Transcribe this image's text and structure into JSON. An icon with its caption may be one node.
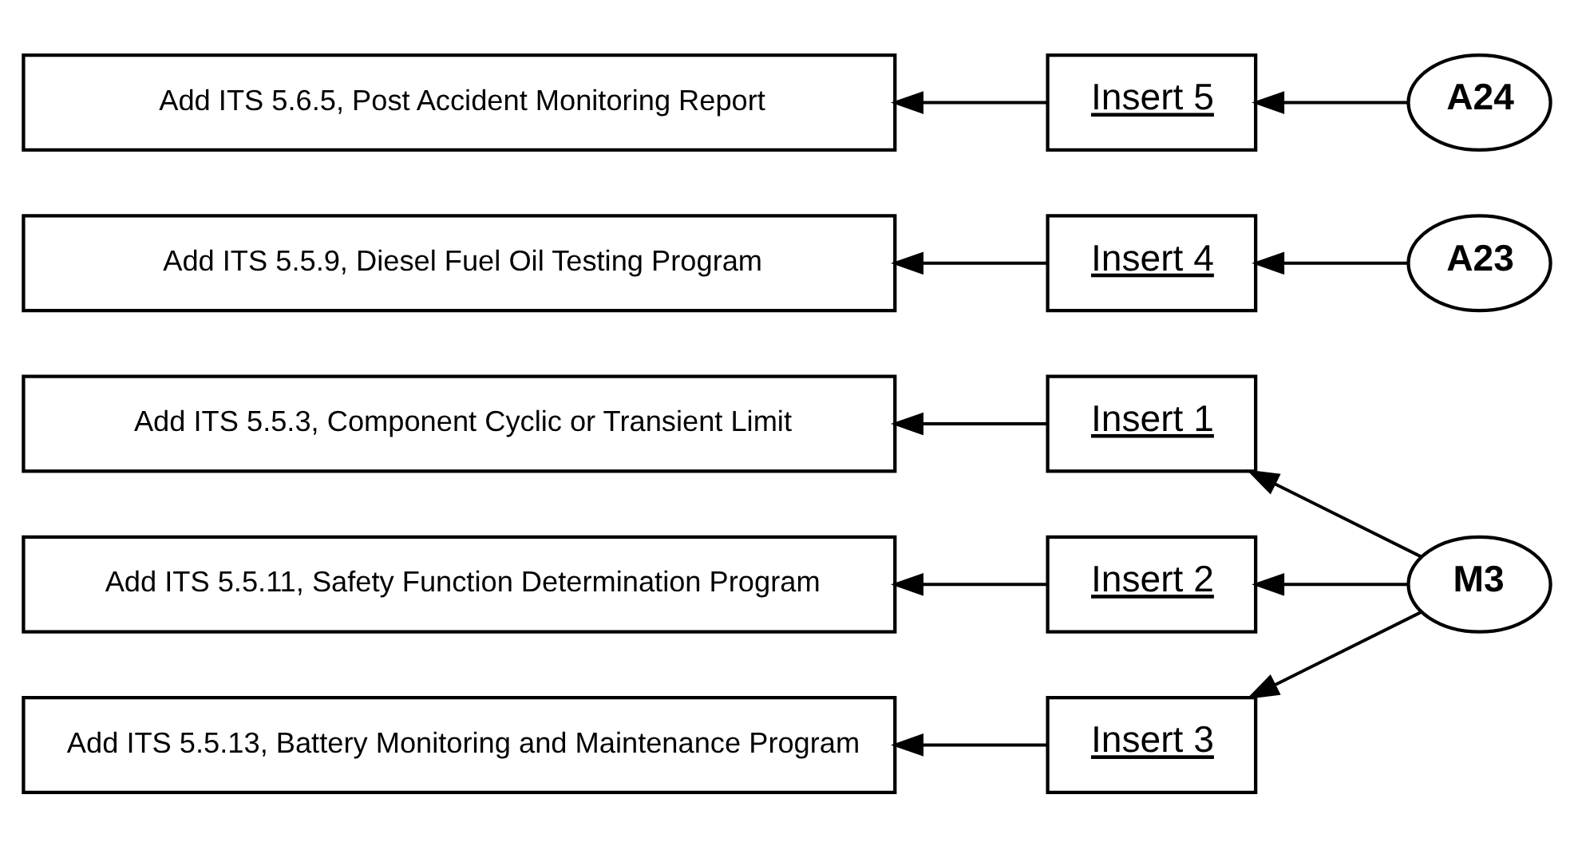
{
  "diagram": {
    "nodes": [
      {
        "text": [
          "Add ITS 5.5.3, Component Cyclic or Transient Limit"
        ]
      },
      {
        "text": [
          "Insert 1"
        ]
      },
      {
        "text": [
          "Add ITS 5.5.11, Safety Function Determination Program"
        ]
      },
      {
        "text": [
          "Insert 2"
        ]
      },
      {
        "text": [
          "M3"
        ]
      },
      {
        "text": [
          "Add ITS 5.5.13, Battery Monitoring and Maintenance Program"
        ]
      },
      {
        "text": [
          "Insert 3"
        ]
      },
      {
        "text": [
          "Add ITS 5.5.9, Diesel Fuel Oil Testing Program"
        ]
      },
      {
        "text": [
          "Insert 4"
        ]
      },
      {
        "text": [
          "A23"
        ]
      },
      {
        "text": [
          "Add ITS 5.6.5, Post Accident Monitoring Report"
        ]
      },
      {
        "text": [
          "Insert 5"
        ]
      },
      {
        "text": [
          "A24"
        ]
      }
    ],
    "edges": [
      {
        "from": 1,
        "to": 0,
        "arrow": "to"
      },
      {
        "from": 4,
        "to": 1,
        "arrow": "to"
      },
      {
        "from": 3,
        "to": 2,
        "arrow": "to"
      },
      {
        "from": 4,
        "to": 3,
        "arrow": "to"
      },
      {
        "from": 6,
        "to": 5,
        "arrow": "to"
      },
      {
        "from": 4,
        "to": 6,
        "arrow": "to"
      },
      {
        "from": 9,
        "to": 8,
        "arrow": "to"
      },
      {
        "from": 8,
        "to": 7,
        "arrow": "to"
      },
      {
        "from": 12,
        "to": 11,
        "arrow": "to"
      },
      {
        "from": 11,
        "to": 10,
        "arrow": "to"
      }
    ]
  }
}
